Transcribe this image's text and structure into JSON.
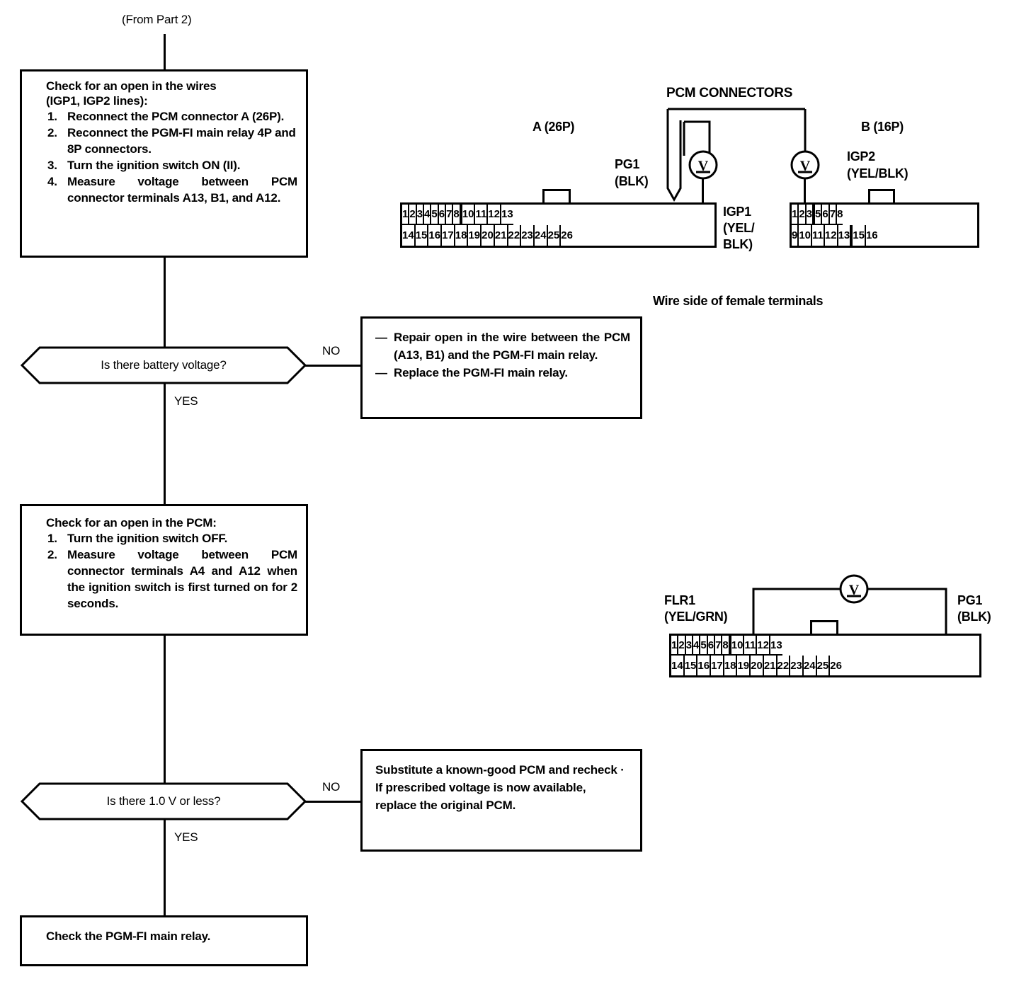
{
  "flow": {
    "from_label": "(From Part 2)",
    "box1": {
      "head_line1": "Check for an open in the wires",
      "head_line2": "(IGP1, IGP2 lines):",
      "steps": [
        {
          "num": "1.",
          "text": "Reconnect the PCM connector A (26P)."
        },
        {
          "num": "2.",
          "text": "Reconnect the PGM-FI main relay 4P and 8P connectors."
        },
        {
          "num": "3.",
          "text": "Turn the ignition switch ON (II)."
        },
        {
          "num": "4.",
          "text": "Measure voltage between PCM connector terminals A13, B1, and A12."
        }
      ]
    },
    "decision1": {
      "question": "Is there battery voltage?",
      "no_label": "NO",
      "yes_label": "YES"
    },
    "action1": {
      "items": [
        {
          "dash": "—",
          "text": "Repair open in the wire between the PCM (A13, B1) and the PGM-FI main relay."
        },
        {
          "dash": "—",
          "text": "Replace the PGM-FI main relay."
        }
      ]
    },
    "box2": {
      "head_line1": "Check for an open in the PCM:",
      "steps": [
        {
          "num": "1.",
          "text": "Turn the ignition switch OFF."
        },
        {
          "num": "2.",
          "text": "Measure voltage between PCM connector terminals A4 and A12 when the ignition switch is first turned on for 2 seconds."
        }
      ]
    },
    "decision2": {
      "question": "Is there 1.0 V or less?",
      "no_label": "NO",
      "yes_label": "YES"
    },
    "action2": {
      "text": "Substitute a known-good PCM and recheck · If prescribed voltage is now available, replace the original PCM."
    },
    "box3": {
      "text": "Check the PGM-FI main relay."
    }
  },
  "diagram_top": {
    "title": "PCM CONNECTORS",
    "caption": "Wire side of female terminals",
    "connector_a": {
      "label": "A (26P)",
      "top_row": [
        "1",
        "2",
        "3",
        "4",
        "5",
        "6",
        "7",
        "8",
        "",
        "10",
        "11",
        "12",
        "13"
      ],
      "bottom_row": [
        "14",
        "15",
        "16",
        "17",
        "18",
        "19",
        "20",
        "21",
        "22",
        "23",
        "24",
        "25",
        "26"
      ],
      "probe_label_line1": "PG1",
      "probe_label_line2": "(BLK)",
      "right_label_line1": "IGP1",
      "right_label_line2": "(YEL/",
      "right_label_line3": "BLK)"
    },
    "connector_b": {
      "label": "B (16P)",
      "top_row": [
        "1",
        "2",
        "3",
        "",
        "5",
        "6",
        "7",
        "8"
      ],
      "bottom_row": [
        "9",
        "10",
        "11",
        "12",
        "13",
        "",
        "15",
        "16"
      ],
      "wire_label_line1": "IGP2",
      "wire_label_line2": "(YEL/BLK)"
    },
    "meter_symbol": "V"
  },
  "diagram_bottom": {
    "connector": {
      "top_row": [
        "1",
        "2",
        "3",
        "4",
        "5",
        "6",
        "7",
        "8",
        "",
        "10",
        "11",
        "12",
        "13"
      ],
      "bottom_row": [
        "14",
        "15",
        "16",
        "17",
        "18",
        "19",
        "20",
        "21",
        "22",
        "23",
        "24",
        "25",
        "26"
      ]
    },
    "left_label_line1": "FLR1",
    "left_label_line2": "(YEL/GRN)",
    "right_label_line1": "PG1",
    "right_label_line2": "(BLK)",
    "meter_symbol": "V"
  },
  "colors": {
    "ink": "#000000",
    "paper": "#ffffff"
  }
}
